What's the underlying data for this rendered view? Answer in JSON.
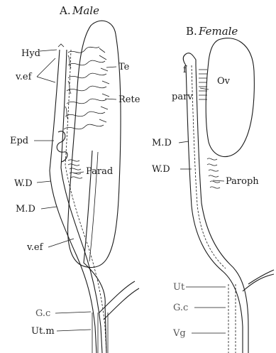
{
  "panels": {
    "male": {
      "title_letter": "A.",
      "title_word": "Male",
      "labels": {
        "hyd": "Hyd",
        "te": "Te",
        "vef_top": "v.ef",
        "rete": "Rete",
        "epd": "Epd",
        "parad": "Parad",
        "wd": "W.D",
        "md": "M.D",
        "vef_bottom": "v.ef",
        "gc": "G.c",
        "utm": "Ut.m"
      }
    },
    "female": {
      "title_letter": "B.",
      "title_word": "Female",
      "labels": {
        "f": "f",
        "ov": "Ov",
        "parv": "parv",
        "md": "M.D",
        "wd": "W.D",
        "paroph": "Paroph",
        "ut": "Ut",
        "gc": "G.c",
        "vg": "Vg"
      }
    }
  }
}
